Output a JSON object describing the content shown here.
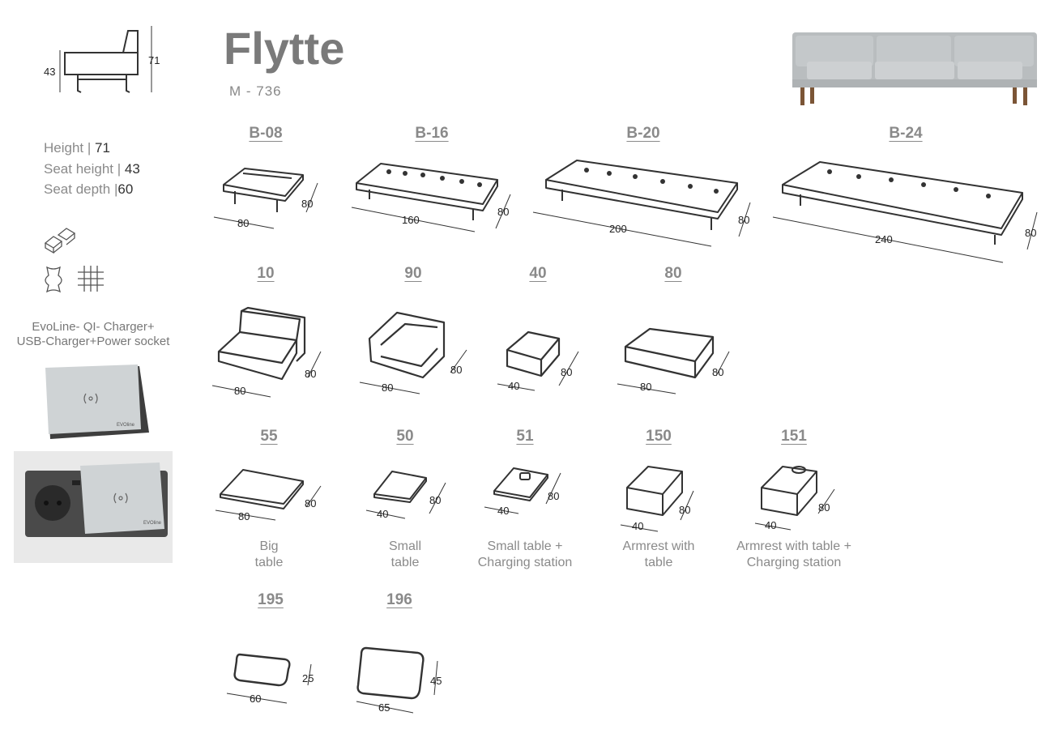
{
  "header": {
    "title": "Flytte",
    "model": "M - 736"
  },
  "profile": {
    "height_dim": "71",
    "seat_dim": "43"
  },
  "specs": [
    {
      "label": "Height |",
      "value": "71"
    },
    {
      "label": "Seat height |",
      "value": "43"
    },
    {
      "label": "Seat depth |",
      "value": "60"
    }
  ],
  "icons": [
    "modular-blocks-icon",
    "leather-icon",
    "fabric-grid-icon"
  ],
  "charger": {
    "line1": "EvoLine- QI- Charger+",
    "line2": "USB-Charger+Power socket",
    "brand": "EVOline"
  },
  "bases": [
    {
      "code": "B-08",
      "width": "80",
      "depth": "80"
    },
    {
      "code": "B-16",
      "width": "160",
      "depth": "80"
    },
    {
      "code": "B-20",
      "width": "200",
      "depth": "80"
    },
    {
      "code": "B-24",
      "width": "240",
      "depth": "80"
    }
  ],
  "seats": [
    {
      "code": "10",
      "width": "80",
      "depth": "80"
    },
    {
      "code": "90",
      "width": "80",
      "depth": "80"
    },
    {
      "code": "40",
      "width": "40",
      "depth": "80"
    },
    {
      "code": "80",
      "width": "80",
      "depth": "80"
    }
  ],
  "tables": [
    {
      "code": "55",
      "width": "80",
      "depth": "80",
      "caption1": "Big",
      "caption2": "table"
    },
    {
      "code": "50",
      "width": "40",
      "depth": "80",
      "caption1": "Small",
      "caption2": "table"
    },
    {
      "code": "51",
      "width": "40",
      "depth": "80",
      "caption1": "Small table +",
      "caption2": "Charging station"
    },
    {
      "code": "150",
      "width": "40",
      "depth": "80",
      "caption1": "Armrest with",
      "caption2": "table"
    },
    {
      "code": "151",
      "width": "40",
      "depth": "80",
      "caption1": "Armrest with table +",
      "caption2": "Charging station"
    }
  ],
  "cushions": [
    {
      "code": "195",
      "width": "60",
      "height": "25"
    },
    {
      "code": "196",
      "width": "65",
      "height": "45"
    }
  ]
}
